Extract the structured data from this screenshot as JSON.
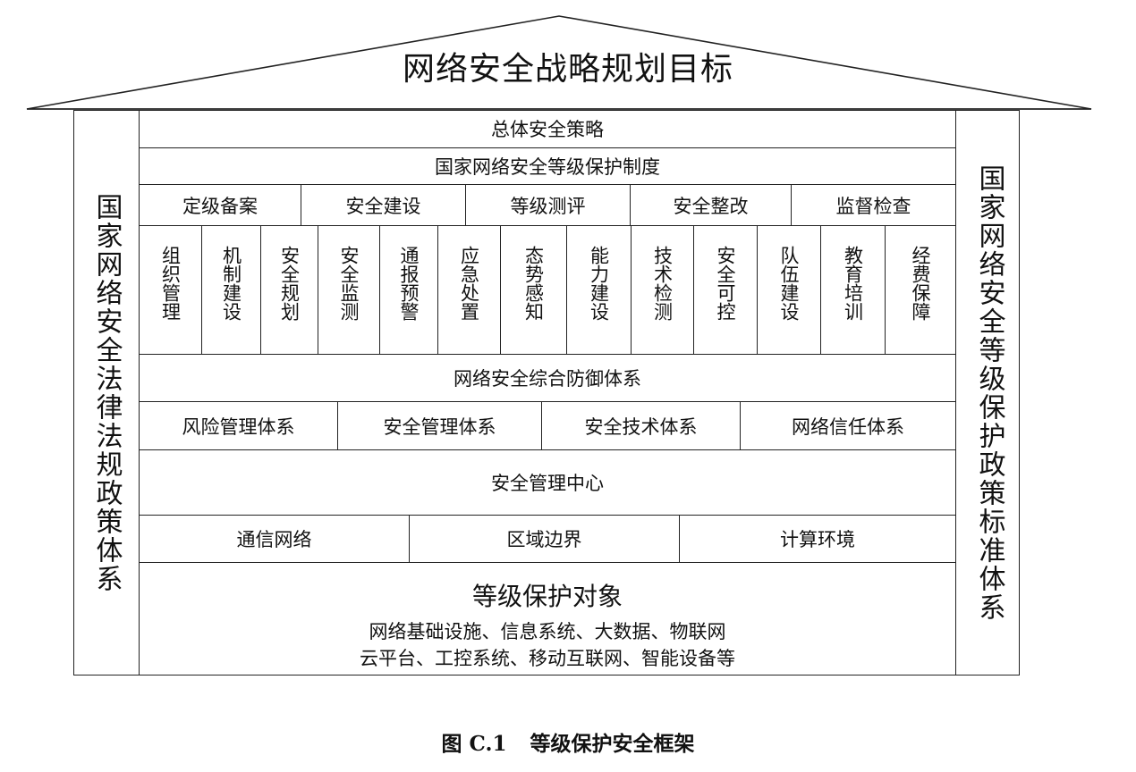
{
  "roof": {
    "title": "网络安全战略规划目标"
  },
  "left_pillar": "国家网络安全法律法规政策体系",
  "right_pillar": "国家网络安全等级保护政策标准体系",
  "rows": {
    "overall_strategy": "总体安全策略",
    "grading_system": "国家网络安全等级保护制度",
    "process": [
      "定级备案",
      "安全建设",
      "等级测评",
      "安全整改",
      "监督检查"
    ],
    "measures": [
      "组织管理",
      "机制建设",
      "安全规划",
      "安全监测",
      "通报预警",
      "应急处置",
      "态势感知",
      "能力建设",
      "技术检测",
      "安全可控",
      "队伍建设",
      "教育培训",
      "经费保障"
    ],
    "defense_system": "网络安全综合防御体系",
    "systems": [
      "风险管理体系",
      "安全管理体系",
      "安全技术体系",
      "网络信任体系"
    ],
    "management_center": "安全管理中心",
    "infrastructure": [
      "通信网络",
      "区域边界",
      "计算环境"
    ]
  },
  "protected_objects": {
    "title": "等级保护对象",
    "line1": "网络基础设施、信息系统、大数据、物联网",
    "line2": "云平台、工控系统、移动互联网、智能设备等"
  },
  "caption": {
    "number": "图 C.1",
    "text": "等级保护安全框架"
  }
}
